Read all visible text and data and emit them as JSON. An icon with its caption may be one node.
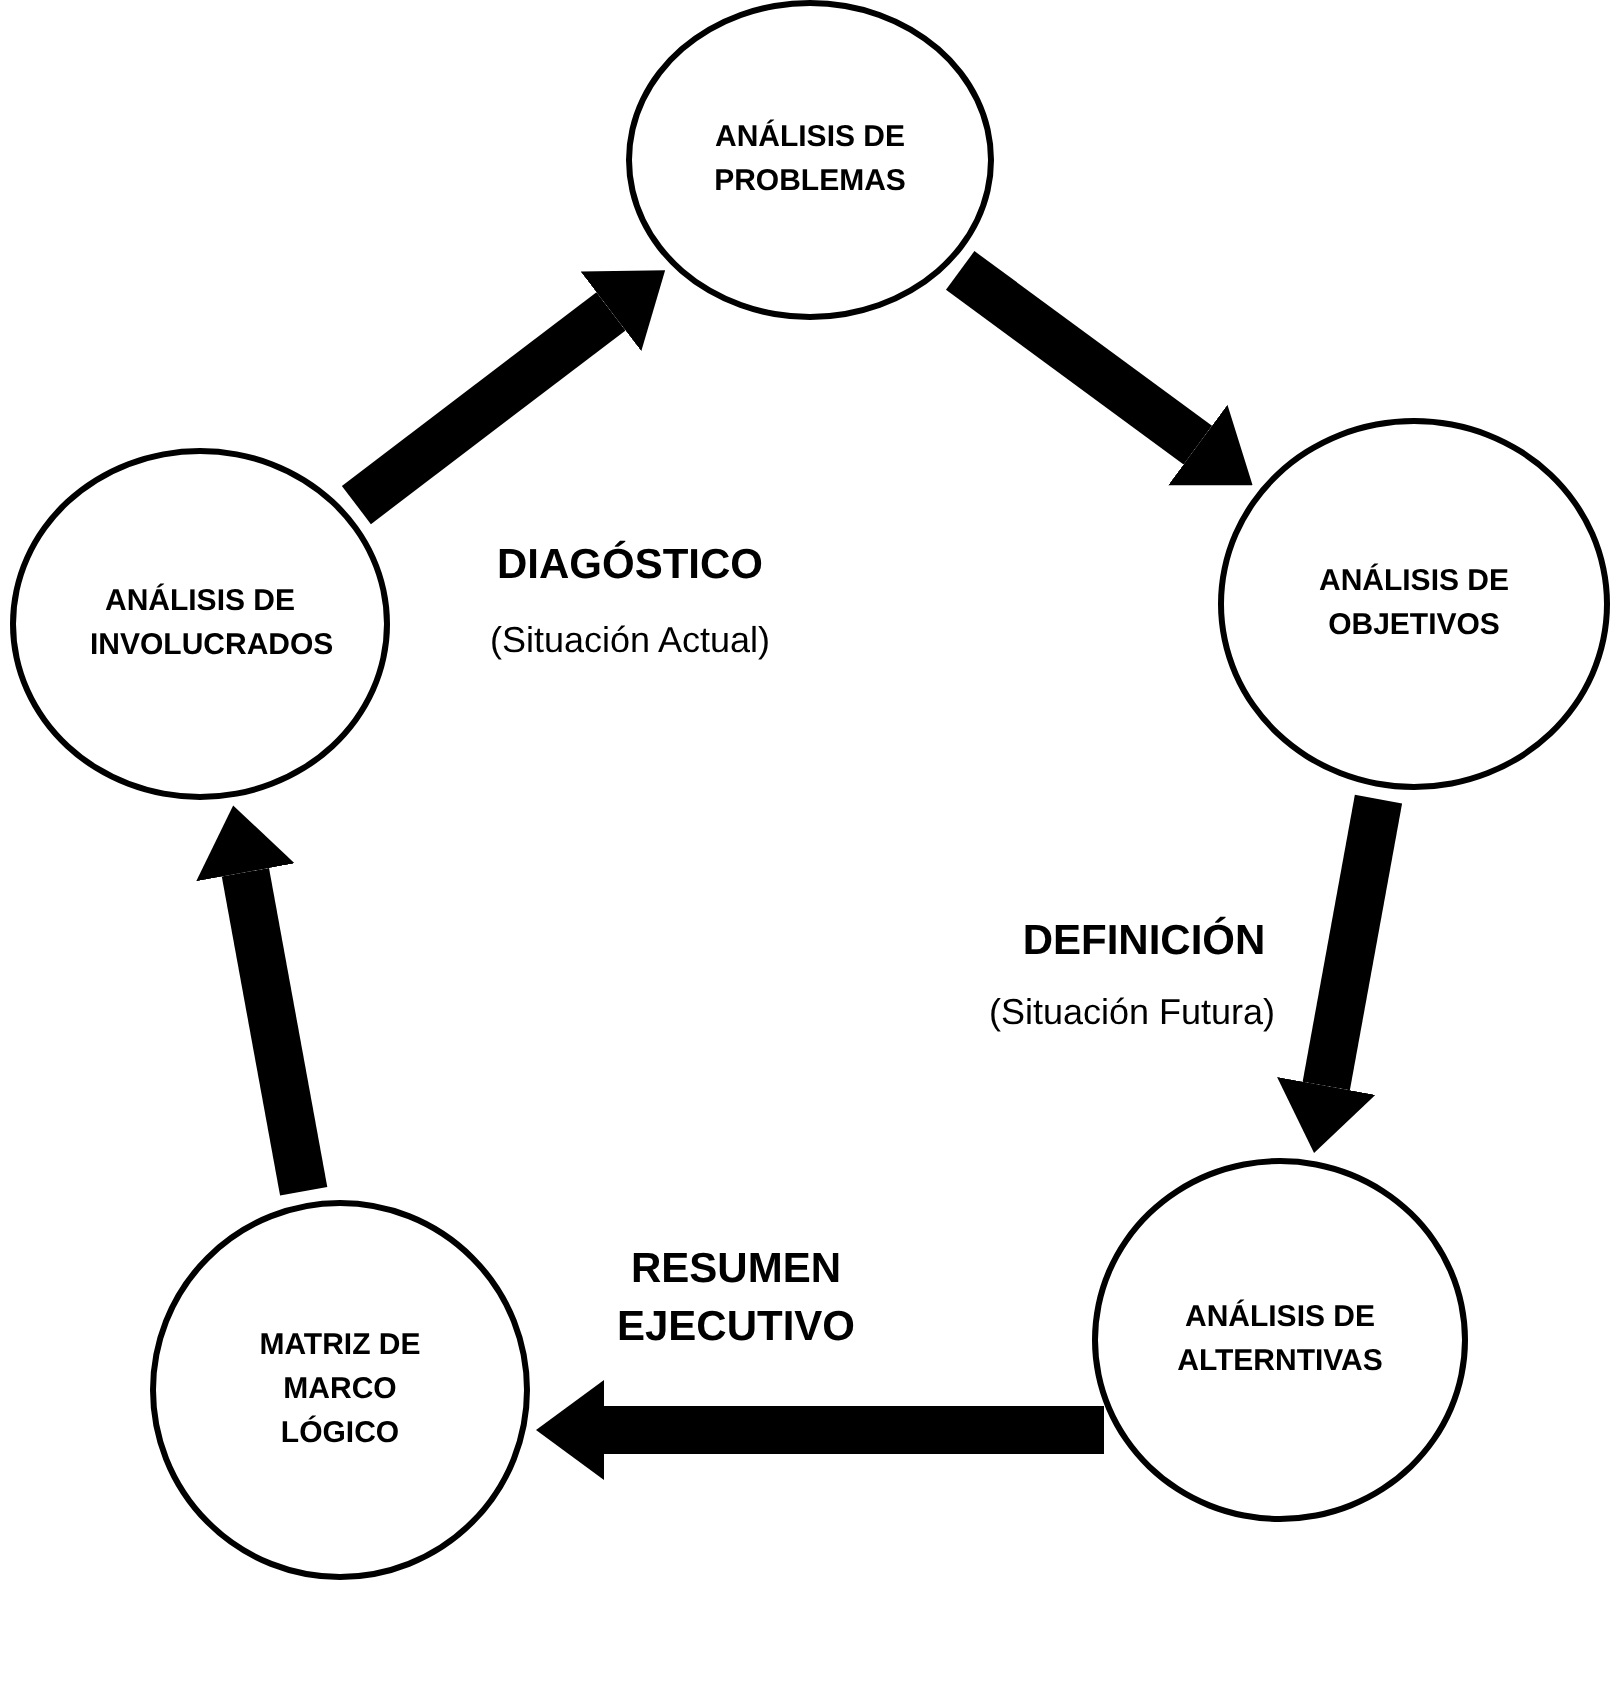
{
  "diagram": {
    "nodes": [
      {
        "text": [
          "ANÁLISIS DE PROBLEMAS"
        ]
      },
      {
        "text": [
          "ANÁLISIS DE OBJETIVOS"
        ]
      },
      {
        "text": [
          "ANÁLISIS DE ALTERNTIVAS"
        ]
      },
      {
        "text": [
          "MATRIZ DE MARCO LÓGICO"
        ]
      },
      {
        "text": [
          "ANÁLISIS DE INVOLUCRADOS"
        ]
      }
    ],
    "edges": [
      {
        "from": 4,
        "to": 0,
        "arrow": "to"
      },
      {
        "from": 0,
        "to": 1,
        "arrow": "to"
      },
      {
        "from": 1,
        "to": 2,
        "arrow": "to"
      },
      {
        "from": 2,
        "to": 3,
        "arrow": "to"
      },
      {
        "from": 3,
        "to": 4,
        "arrow": "to"
      }
    ],
    "labels": [
      "DIAGÓSTICO",
      "(Situación Actual)",
      "DEFINICIÓN",
      "(Situación Futura)",
      "RESUMEN EJECUTIVO"
    ]
  }
}
